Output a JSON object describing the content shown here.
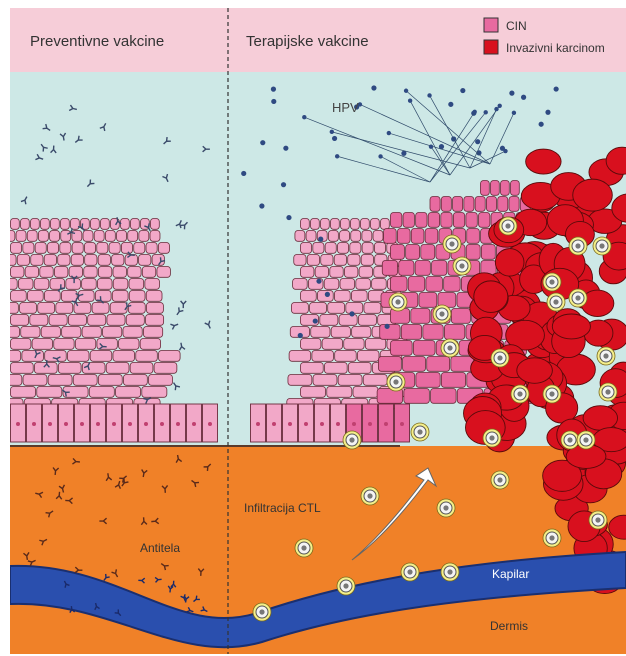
{
  "labels": {
    "preventive": "Preventivne vakcine",
    "therapeutic": "Terapijske vakcine",
    "hpv": "HPV",
    "ctl_infiltration": "Infiltracija CTL",
    "antibodies": "Antitela",
    "capillary": "Kapilar",
    "dermis": "Dermis"
  },
  "legend": [
    {
      "label": "CIN",
      "color": "#e86aa0"
    },
    {
      "label": "Invazivni karcinom",
      "color": "#d8101e"
    }
  ],
  "colors": {
    "header_band": "#f6cdd8",
    "fluid": "#cde8e6",
    "dermis": "#f08128",
    "capillary": "#2a4fae",
    "normal_cell": "#f2a8c8",
    "cin_cell": "#e86aa0",
    "carcinoma_cell": "#d8101e",
    "ctl_halo": "#f4ee8a",
    "virus": "#2f4a82"
  }
}
